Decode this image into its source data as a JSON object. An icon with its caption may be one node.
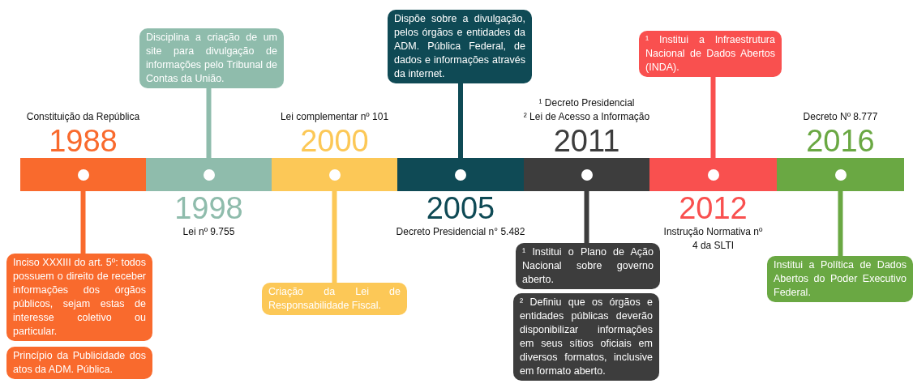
{
  "diagram": {
    "nodes": [
      {
        "text": [
          "Constituição da República",
          "1988"
        ]
      },
      {
        "text": [
          "1998",
          "Lei nº 9.755"
        ]
      },
      {
        "text": [
          "Lei complementar nº 101",
          "2000"
        ]
      },
      {
        "text": [
          "2005",
          "Decreto Presidencial n° 5.482"
        ]
      },
      {
        "text": [
          "¹ Decreto Presidencial",
          "² Lei de Acesso a Informação",
          "2011"
        ]
      },
      {
        "text": [
          "2012",
          "Instrução Normativa nº 4 da SLTI"
        ]
      },
      {
        "text": [
          "Decreto Nº 8.777",
          "2016"
        ]
      },
      {
        "text": [
          "Inciso XXXIII do art. 5º: todos possuem o direito de receber informações dos órgãos públicos, sejam estas de interesse coletivo ou particular."
        ]
      },
      {
        "text": [
          "Princípio da Publicidade dos atos da ADM. Pública."
        ]
      },
      {
        "text": [
          "Disciplina a criação de um site para divulgação de informações pelo Tribunal de Contas da União."
        ]
      },
      {
        "text": [
          "Criação da Lei de Responsabilidade Fiscal."
        ]
      },
      {
        "text": [
          "Dispõe sobre a divulgação, pelos órgãos e entidades da ADM. Pública Federal, de dados e informações através da internet."
        ]
      },
      {
        "text": [
          "¹ Institui o Plano de Ação Nacional sobre governo aberto."
        ]
      },
      {
        "text": [
          "² Definiu que os órgãos e entidades públicas deverão disponibilizar informações em seus sítios oficiais em diversos formatos, inclusive em formato aberto."
        ]
      },
      {
        "text": [
          "¹ Institui a Infraestrutura Nacional de Dados Abertos (INDA)."
        ]
      },
      {
        "text": [
          "Institui a Política de Dados Abertos do Poder Executivo Federal."
        ]
      }
    ],
    "edges": [
      {
        "from": 0,
        "to": 7,
        "arrow": "none",
        "color": "#f96a2d"
      },
      {
        "from": 1,
        "to": 9,
        "arrow": "none",
        "color": "#8fbcac"
      },
      {
        "from": 2,
        "to": 10,
        "arrow": "none",
        "color": "#fcc857"
      },
      {
        "from": 3,
        "to": 11,
        "arrow": "none",
        "color": "#0f4a55"
      },
      {
        "from": 4,
        "to": 12,
        "arrow": "none",
        "color": "#3d3d3d"
      },
      {
        "from": 5,
        "to": 14,
        "arrow": "none",
        "color": "#f9504f"
      },
      {
        "from": 6,
        "to": 15,
        "arrow": "none",
        "color": "#6aa843"
      }
    ]
  }
}
